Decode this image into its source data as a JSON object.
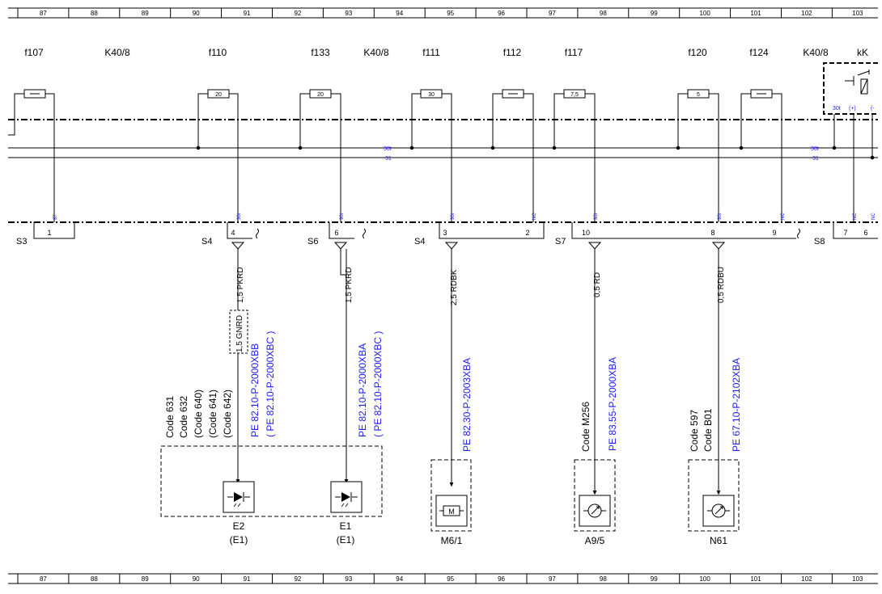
{
  "ruler": {
    "labels": [
      "87",
      "88",
      "89",
      "90",
      "91",
      "92",
      "93",
      "94",
      "95",
      "96",
      "97",
      "98",
      "99",
      "100",
      "101",
      "102",
      "103"
    ]
  },
  "fuses": [
    {
      "id": "f107",
      "rating": ""
    },
    {
      "id": "f110",
      "rating": "20"
    },
    {
      "id": "f133",
      "rating": "20"
    },
    {
      "id": "f111",
      "rating": "30"
    },
    {
      "id": "f112",
      "rating": ""
    },
    {
      "id": "f117",
      "rating": "7,5"
    },
    {
      "id": "f120",
      "rating": "5"
    },
    {
      "id": "f124",
      "rating": ""
    }
  ],
  "modules": {
    "k40_8": "K40/8",
    "relay": "kK"
  },
  "buses": {
    "line_30t": "30t",
    "line_31": "31"
  },
  "relay_pins": {
    "p30t": "30t",
    "plus": "(+)",
    "minus": "(-"
  },
  "pin_tags": {
    "t87": "87",
    "t30t": "30t",
    "tNC": "NC"
  },
  "connectors": {
    "s3": "S3",
    "s4": "S4",
    "s6": "S6",
    "s7": "S7",
    "s8": "S8",
    "pins": [
      "1",
      "4",
      "6",
      "3",
      "2",
      "10",
      "8",
      "9",
      "7",
      "6"
    ]
  },
  "wires": {
    "w_f110": "1,5 PKRD",
    "w_f110_alt": "1,5 GNRD",
    "w_f133": "1,5 PKRD",
    "w_f111": "2,5 RDBK",
    "w_f117": "0,5 RD",
    "w_f120": "0,5 RDBU"
  },
  "refs": {
    "e2_a": "PE 82.10-P-2000XBB",
    "e2_b": "( PE 82.10-P-2000XBC  )",
    "e1_a": "PE 82.10-P-2000XBA",
    "e1_b": "( PE 82.10-P-2000XBC  )",
    "m61": "PE 82.30-P-2003XBA",
    "a95": "PE 83.55-P-2000XBA",
    "n61": "PE 67.10-P-2102XBA"
  },
  "codes": {
    "e2_1": "Code 631",
    "e2_2": "Code 632",
    "e2_3": "(Code 640)",
    "e2_4": "(Code 641)",
    "e2_5": "(Code 642)",
    "a95": "Code M256",
    "n61_1": "Code 597",
    "n61_2": "Code B01"
  },
  "components": {
    "e2": "E2",
    "e2_sub": "(E1)",
    "e1": "E1",
    "e1_sub": "(E1)",
    "m61": "M6/1",
    "motor": "M",
    "a95": "A9/5",
    "n61": "N61"
  }
}
